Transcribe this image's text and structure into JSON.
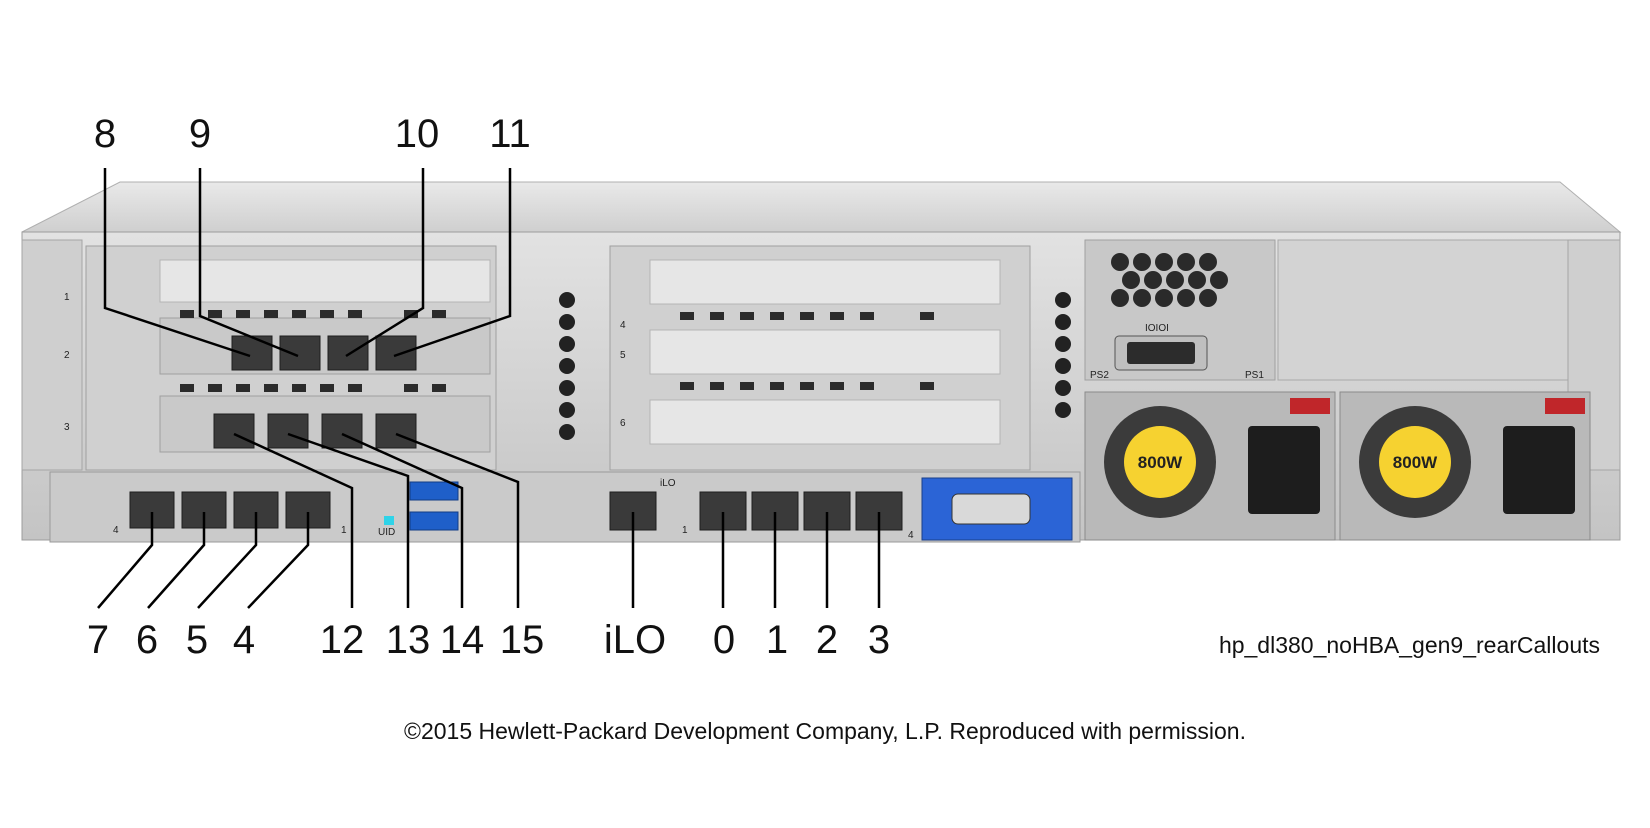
{
  "callouts": {
    "top": [
      "8",
      "9",
      "10",
      "11"
    ],
    "bottom": [
      "7",
      "6",
      "5",
      "4",
      "12",
      "13",
      "14",
      "15",
      "iLO",
      "0",
      "1",
      "2",
      "3"
    ]
  },
  "chassis_labels": {
    "slot1": "1",
    "slot2": "2",
    "slot3": "3",
    "slot4": "4",
    "slot5": "5",
    "slot6": "6",
    "uid": "UID",
    "ilo_small": "iLO",
    "ps2": "PS2",
    "ps1": "PS1",
    "psu_left_watt": "800W",
    "psu_right_watt": "800W",
    "lom_left_4": "4",
    "lom_left_1": "1",
    "lom_right_1": "1",
    "lom_right_4": "4",
    "serial": "IOIOI"
  },
  "captions": {
    "image_name": "hp_dl380_noHBA_gen9_rearCallouts",
    "copyright": "©2015 Hewlett-Packard Development Company, L.P. Reproduced with permission."
  },
  "colors": {
    "chassis": "#d7d7d7",
    "chassis_dark": "#9a9a9a",
    "usb_blue": "#1f5fc9",
    "vga_blue": "#2b64d6",
    "uid_cyan": "#2fd3e8",
    "psu_yellow": "#f6d230",
    "latch_red": "#c0262a"
  }
}
